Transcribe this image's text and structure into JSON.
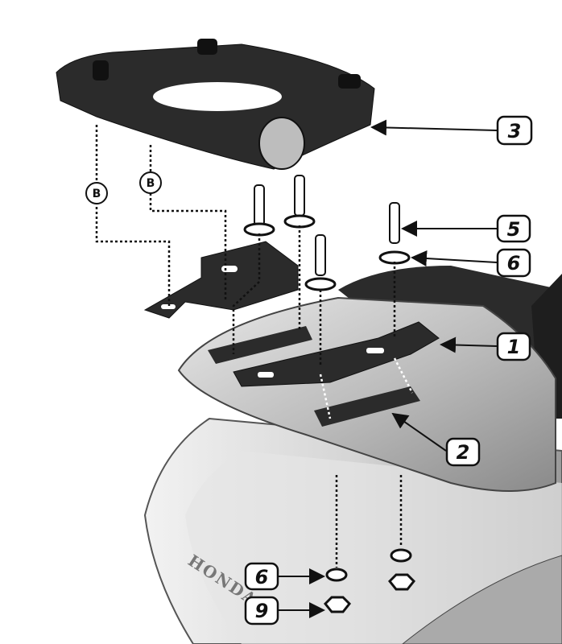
{
  "diagram": {
    "brand_text": "HONDA",
    "part_labels": {
      "top_case_plate": "3",
      "screw": "5",
      "washer_top": "6",
      "bracket": "1",
      "pad": "2",
      "washer_bottom": "6",
      "nut": "9"
    },
    "reference_labels": [
      "B",
      "B"
    ],
    "colors": {
      "part": "#2b2b2b",
      "fender": "#c9c9c9",
      "line": "#111111"
    }
  }
}
